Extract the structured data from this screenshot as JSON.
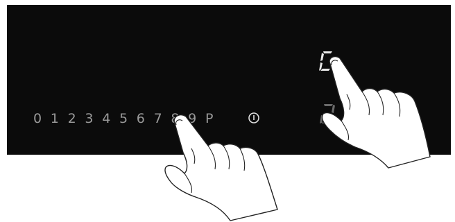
{
  "slider": {
    "levels": [
      "0",
      "1",
      "2",
      "3",
      "4",
      "5",
      "6",
      "7",
      "8",
      "9",
      "P"
    ]
  },
  "power_button": {
    "icon": "power-icon"
  },
  "zone_display": {
    "value": "C"
  },
  "zone_indicator": {
    "value": "7"
  },
  "colors": {
    "panel": "#0b0b0b",
    "glyph": "#9a9a9a",
    "display": "#e8e8e8",
    "finger": "#ffffff",
    "outline": "#222222"
  }
}
